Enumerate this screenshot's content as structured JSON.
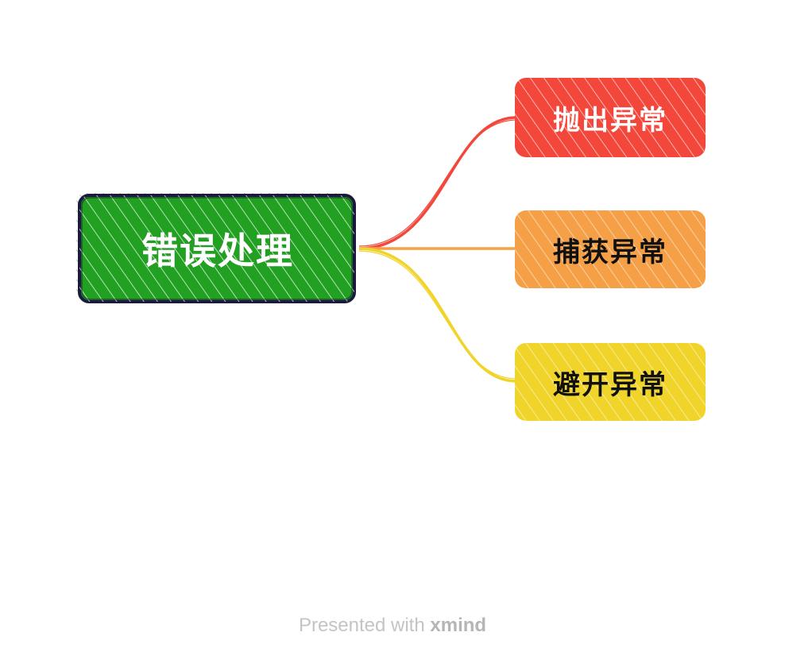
{
  "central_topic": {
    "label": "错误处理",
    "fill": "#22a022",
    "border": "#1a1a3a",
    "text_color": "#ffffff"
  },
  "branches": [
    {
      "label": "抛出异常",
      "fill": "#f4473b",
      "line_color": "#f4473b",
      "text_color": "#ffffff"
    },
    {
      "label": "捕获异常",
      "fill": "#f5a047",
      "line_color": "#f5a047",
      "text_color": "#111111"
    },
    {
      "label": "避开异常",
      "fill": "#f0d42a",
      "line_color": "#f0d42a",
      "text_color": "#111111"
    }
  ],
  "footer": {
    "prefix": "Presented with",
    "brand": "xmind"
  }
}
